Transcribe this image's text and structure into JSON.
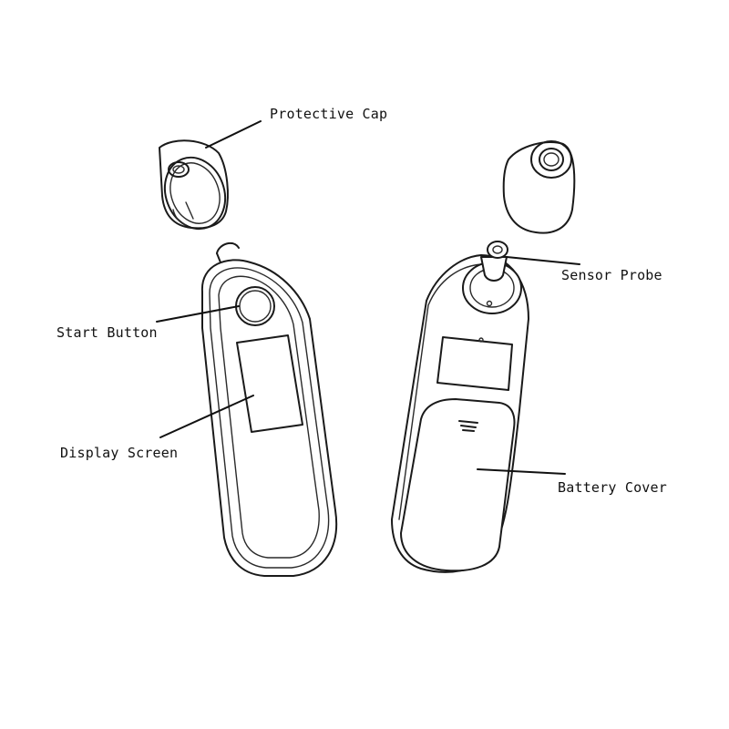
{
  "labels": {
    "protective_cap": "Protective Cap",
    "sensor_probe": "Sensor Probe",
    "start_button": "Start Button",
    "display_screen": "Display Screen",
    "battery_cover": "Battery Cover"
  },
  "colors": {
    "line": "#1a1a1a",
    "background": "#ffffff"
  }
}
